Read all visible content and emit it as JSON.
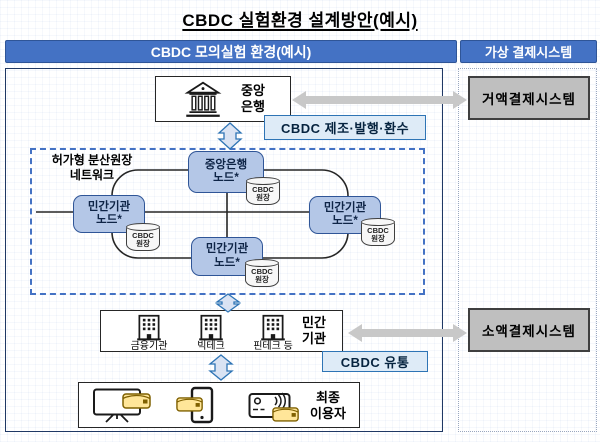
{
  "title": "CBDC 실험환경 설계방안(예시)",
  "colors": {
    "header_blue": "#4472C4",
    "node_fill": "#B4C7E7",
    "node_border": "#2F5597",
    "label_fill": "#DEEBF7",
    "label_border": "#2E74B5",
    "gray_box_fill": "#BFBFBF",
    "arrow_gray": "#C8C8C8",
    "dashed_border": "#4472C4",
    "wallet_yellow": "#FFE699"
  },
  "left_panel": {
    "header": "CBDC 모의실험 환경(예시)",
    "central_bank": {
      "line1": "중앙",
      "line2": "은행"
    },
    "issue_label": "CBDC 제조·발행·환수",
    "network": {
      "title_line1": "허가형 분산원장",
      "title_line2": "네트워크",
      "nodes": [
        {
          "id": "central-bank-node",
          "line1": "중앙은행",
          "line2": "노드*"
        },
        {
          "id": "private-node-left",
          "line1": "민간기관",
          "line2": "노드*"
        },
        {
          "id": "private-node-right",
          "line1": "민간기관",
          "line2": "노드*"
        },
        {
          "id": "private-node-bottom",
          "line1": "민간기관",
          "line2": "노드*"
        }
      ],
      "ledger": {
        "line1": "CBDC",
        "line2": "원장"
      }
    },
    "institutions": {
      "items": [
        "금융기관",
        "빅테크",
        "핀테크 등"
      ],
      "group_line1": "민간",
      "group_line2": "기관"
    },
    "distribution_label": "CBDC 유통",
    "end_user": {
      "line1": "최종",
      "line2": "이용자"
    }
  },
  "right_panel": {
    "header": "가상 결제시스템",
    "rtgs_box": "거액결제시스템",
    "retail_box": "소액결제시스템"
  }
}
